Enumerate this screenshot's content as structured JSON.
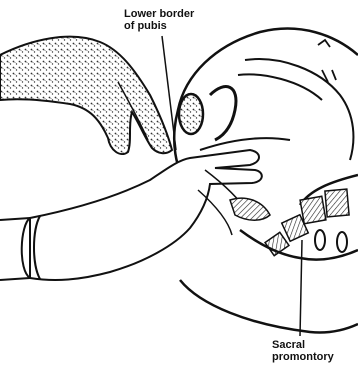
{
  "labels": {
    "pubis": [
      "Lower border",
      "of pubis"
    ],
    "promontory": [
      "Sacral",
      "promontory"
    ]
  },
  "icons": {
    "figure": "anatomy-pelvis-bimanual-exam-icon"
  },
  "colors": {
    "ink": "#111111",
    "shade": "#3a3a3a",
    "paper": "#ffffff"
  }
}
